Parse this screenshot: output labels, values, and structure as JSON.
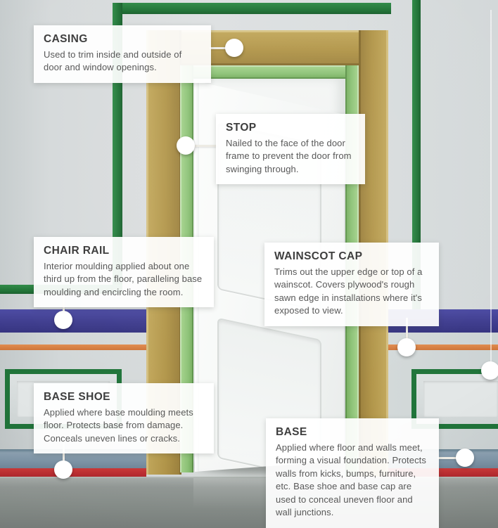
{
  "figure": {
    "title": "Interior moulding types diagram",
    "scene": "Open white two-panel door with tan casing and green jamb, set in a grey panelled wall with green picture-frame mouldings, indigo chair rail, orange wainscot cap stripe, green wainscot panels, slate-blue base moulding and red base shoe above a grey floor"
  },
  "colors": {
    "wall": "#d9dddd",
    "moulding_green": "#20743a",
    "jamb_light_green": "#8cc276",
    "casing_tan": "#b2964a",
    "chair_rail_indigo": "#413f92",
    "wainscot_cap_orange": "#d98246",
    "base_slate_blue": "#8097a9",
    "base_shoe_red": "#c22f33",
    "floor_grey": "#8a908d",
    "door_white": "#f5f7f6"
  },
  "callouts": [
    {
      "id": "casing",
      "title": "CASING",
      "body": "Used to trim inside and outside of door and window openings."
    },
    {
      "id": "stop",
      "title": "STOP",
      "body": "Nailed to the face of the door frame to prevent the door from swinging through."
    },
    {
      "id": "chair-rail",
      "title": "CHAIR RAIL",
      "body": "Interior moulding applied about one third up from the floor, paralleling base moulding and encircling the room."
    },
    {
      "id": "wainscot-cap",
      "title": "WAINSCOT CAP",
      "body": "Trims out the upper edge or top of a wainscot. Covers plywood's rough sawn edge in installations where it's exposed to view."
    },
    {
      "id": "base-shoe",
      "title": "BASE SHOE",
      "body": "Applied where base moulding meets floor. Protects base from damage. Conceals uneven lines or cracks."
    },
    {
      "id": "base",
      "title": "BASE",
      "body": "Applied where floor and walls meet, forming a visual foundation. Protects walls from kicks, bumps, furniture, etc. Base shoe and base cap are used to conceal uneven floor and wall junctions."
    }
  ]
}
